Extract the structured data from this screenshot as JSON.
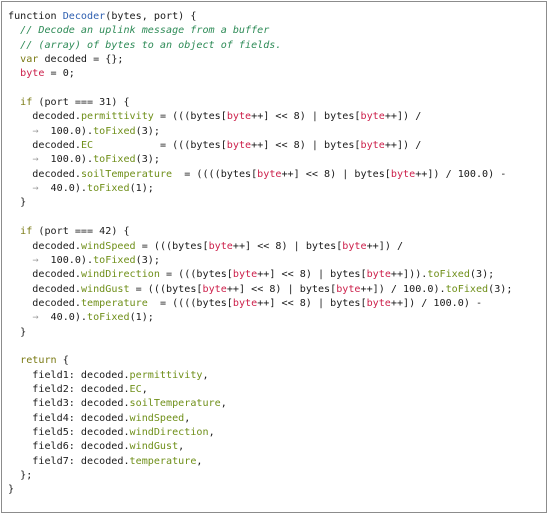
{
  "code_listing": {
    "lines": [
      [
        {
          "t": "function "
        },
        {
          "t": "Decoder",
          "c": "fn"
        },
        {
          "t": "(bytes, port) {"
        }
      ],
      [
        {
          "t": "  "
        },
        {
          "t": "// Decode an uplink message from a buffer",
          "c": "cm"
        }
      ],
      [
        {
          "t": "  "
        },
        {
          "t": "// (array) of bytes to an object of fields.",
          "c": "cm"
        }
      ],
      [
        {
          "t": "  "
        },
        {
          "t": "var",
          "c": "kw"
        },
        {
          "t": " decoded = {};"
        }
      ],
      [
        {
          "t": "  "
        },
        {
          "t": "byte",
          "c": "var"
        },
        {
          "t": " = 0;"
        }
      ],
      [
        {
          "t": ""
        }
      ],
      [
        {
          "t": "  "
        },
        {
          "t": "if",
          "c": "kw"
        },
        {
          "t": " (port === 31) {"
        }
      ],
      [
        {
          "t": "    decoded."
        },
        {
          "t": "permittivity",
          "c": "prop"
        },
        {
          "t": " = (((bytes["
        },
        {
          "t": "byte",
          "c": "var"
        },
        {
          "t": "++] << 8) | bytes["
        },
        {
          "t": "byte",
          "c": "var"
        },
        {
          "t": "++]) /"
        }
      ],
      [
        {
          "t": "    "
        },
        {
          "t": "→",
          "c": "cont"
        },
        {
          "t": "  100.0)."
        },
        {
          "t": "toFixed",
          "c": "prop"
        },
        {
          "t": "(3);"
        }
      ],
      [
        {
          "t": "    decoded."
        },
        {
          "t": "EC",
          "c": "prop"
        },
        {
          "t": "           = (((bytes["
        },
        {
          "t": "byte",
          "c": "var"
        },
        {
          "t": "++] << 8) | bytes["
        },
        {
          "t": "byte",
          "c": "var"
        },
        {
          "t": "++]) /"
        }
      ],
      [
        {
          "t": "    "
        },
        {
          "t": "→",
          "c": "cont"
        },
        {
          "t": "  100.0)."
        },
        {
          "t": "toFixed",
          "c": "prop"
        },
        {
          "t": "(3);"
        }
      ],
      [
        {
          "t": "    decoded."
        },
        {
          "t": "soilTemperature",
          "c": "prop"
        },
        {
          "t": "  = ((((bytes["
        },
        {
          "t": "byte",
          "c": "var"
        },
        {
          "t": "++] << 8) | bytes["
        },
        {
          "t": "byte",
          "c": "var"
        },
        {
          "t": "++]) / 100.0) -"
        }
      ],
      [
        {
          "t": "    "
        },
        {
          "t": "→",
          "c": "cont"
        },
        {
          "t": "  40.0)."
        },
        {
          "t": "toFixed",
          "c": "prop"
        },
        {
          "t": "(1);"
        }
      ],
      [
        {
          "t": "  }"
        }
      ],
      [
        {
          "t": ""
        }
      ],
      [
        {
          "t": "  "
        },
        {
          "t": "if",
          "c": "kw"
        },
        {
          "t": " (port === 42) {"
        }
      ],
      [
        {
          "t": "    decoded."
        },
        {
          "t": "windSpeed",
          "c": "prop"
        },
        {
          "t": " = (((bytes["
        },
        {
          "t": "byte",
          "c": "var"
        },
        {
          "t": "++] << 8) | bytes["
        },
        {
          "t": "byte",
          "c": "var"
        },
        {
          "t": "++]) /"
        }
      ],
      [
        {
          "t": "    "
        },
        {
          "t": "→",
          "c": "cont"
        },
        {
          "t": "  100.0)."
        },
        {
          "t": "toFixed",
          "c": "prop"
        },
        {
          "t": "(3);"
        }
      ],
      [
        {
          "t": "    decoded."
        },
        {
          "t": "windDirection",
          "c": "prop"
        },
        {
          "t": " = (((bytes["
        },
        {
          "t": "byte",
          "c": "var"
        },
        {
          "t": "++] << 8) | bytes["
        },
        {
          "t": "byte",
          "c": "var"
        },
        {
          "t": "++]))."
        },
        {
          "t": "toFixed",
          "c": "prop"
        },
        {
          "t": "(3);"
        }
      ],
      [
        {
          "t": "    decoded."
        },
        {
          "t": "windGust",
          "c": "prop"
        },
        {
          "t": " = (((bytes["
        },
        {
          "t": "byte",
          "c": "var"
        },
        {
          "t": "++] << 8) | bytes["
        },
        {
          "t": "byte",
          "c": "var"
        },
        {
          "t": "++]) / 100.0)."
        },
        {
          "t": "toFixed",
          "c": "prop"
        },
        {
          "t": "(3);"
        }
      ],
      [
        {
          "t": "    decoded."
        },
        {
          "t": "temperature",
          "c": "prop"
        },
        {
          "t": "  = ((((bytes["
        },
        {
          "t": "byte",
          "c": "var"
        },
        {
          "t": "++] << 8) | bytes["
        },
        {
          "t": "byte",
          "c": "var"
        },
        {
          "t": "++]) / 100.0) -"
        }
      ],
      [
        {
          "t": "    "
        },
        {
          "t": "→",
          "c": "cont"
        },
        {
          "t": "  40.0)."
        },
        {
          "t": "toFixed",
          "c": "prop"
        },
        {
          "t": "(1);"
        }
      ],
      [
        {
          "t": "  }"
        }
      ],
      [
        {
          "t": ""
        }
      ],
      [
        {
          "t": "  "
        },
        {
          "t": "return",
          "c": "kw"
        },
        {
          "t": " {"
        }
      ],
      [
        {
          "t": "    field1: decoded."
        },
        {
          "t": "permittivity",
          "c": "prop"
        },
        {
          "t": ","
        }
      ],
      [
        {
          "t": "    field2: decoded."
        },
        {
          "t": "EC",
          "c": "prop"
        },
        {
          "t": ","
        }
      ],
      [
        {
          "t": "    field3: decoded."
        },
        {
          "t": "soilTemperature",
          "c": "prop"
        },
        {
          "t": ","
        }
      ],
      [
        {
          "t": "    field4: decoded."
        },
        {
          "t": "windSpeed",
          "c": "prop"
        },
        {
          "t": ","
        }
      ],
      [
        {
          "t": "    field5: decoded."
        },
        {
          "t": "windDirection",
          "c": "prop"
        },
        {
          "t": ","
        }
      ],
      [
        {
          "t": "    field6: decoded."
        },
        {
          "t": "windGust",
          "c": "prop"
        },
        {
          "t": ","
        }
      ],
      [
        {
          "t": "    field7: decoded."
        },
        {
          "t": "temperature",
          "c": "prop"
        },
        {
          "t": ","
        }
      ],
      [
        {
          "t": "  };"
        }
      ],
      [
        {
          "t": "}"
        }
      ]
    ]
  }
}
